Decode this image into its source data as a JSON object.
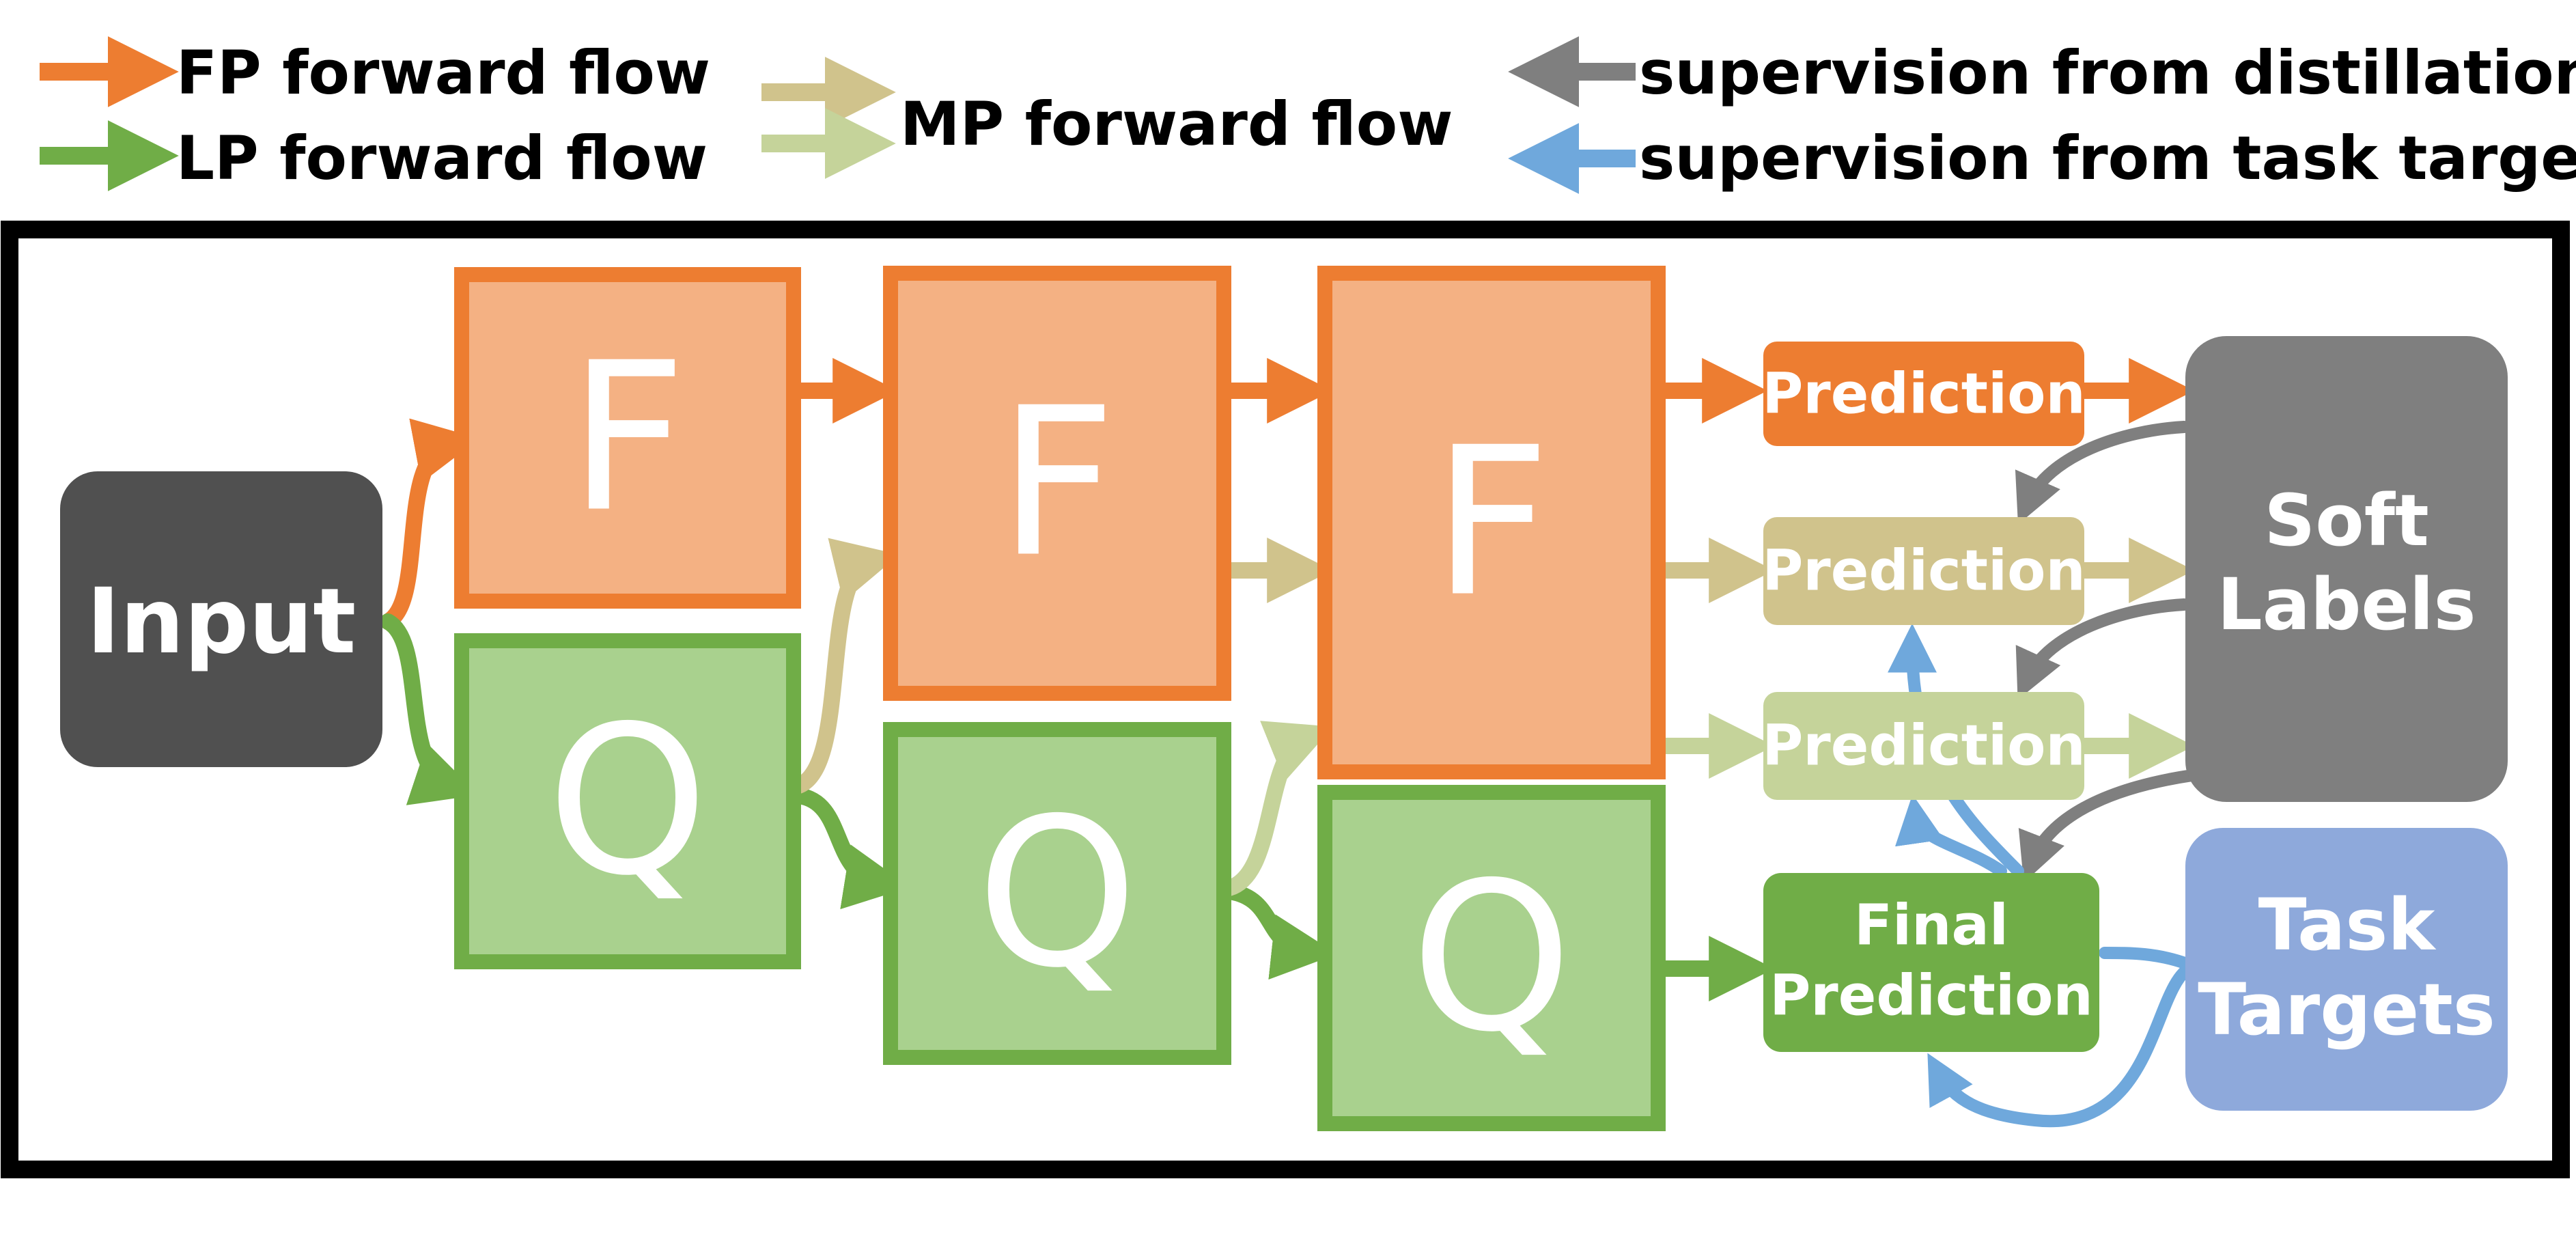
{
  "legend": {
    "fp_flow": "FP forward flow",
    "lp_flow": "LP forward flow",
    "mp_flow": "MP forward flow",
    "distill_supervision": "supervision from distillation",
    "task_supervision": "supervision from task target"
  },
  "nodes": {
    "input": "Input",
    "f_block": "F",
    "q_block": "Q",
    "prediction": "Prediction",
    "final_prediction_line1": "Final",
    "final_prediction_line2": "Prediction",
    "soft_labels_line1": "Soft",
    "soft_labels_line2": "Labels",
    "task_targets_line1": "Task",
    "task_targets_line2": "Targets"
  },
  "colors": {
    "fp_orange": "#ED7D31",
    "f_fill": "#F4B183",
    "lp_green": "#70AD47",
    "q_fill": "#A9D18E",
    "mp_tan": "#D0C38C",
    "mp_light_green": "#C5D39A",
    "distill_gray": "#7F7F7F",
    "task_blue": "#6FA8DC",
    "task_fill": "#8EA9DB",
    "input_fill": "#505050"
  }
}
